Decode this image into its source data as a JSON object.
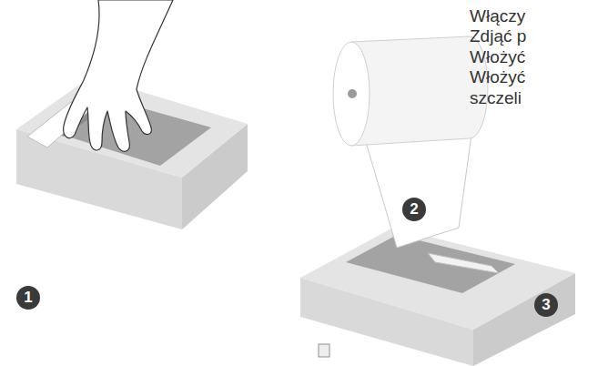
{
  "diagram": {
    "labels": [
      "Włączy",
      "Zdjąć p",
      "Włożyć",
      "Włożyć",
      "szczeli",
      "1",
      "2",
      "3"
    ]
  }
}
